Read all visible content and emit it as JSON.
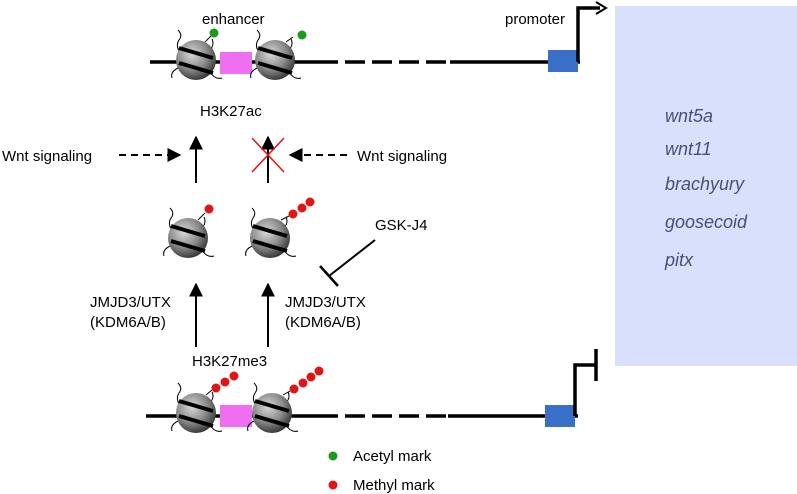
{
  "labels": {
    "enhancer": "enhancer",
    "promoter": "promoter",
    "h3k27ac": "H3K27ac",
    "h3k27me3": "H3K27me3",
    "wnt_left": "Wnt signaling",
    "wnt_right": "Wnt signaling",
    "gskj4": "GSK-J4",
    "jmjd_left_1": "JMJD3/UTX",
    "jmjd_left_2": "(KDM6A/B)",
    "jmjd_right_1": "JMJD3/UTX",
    "jmjd_right_2": "(KDM6A/B)"
  },
  "genes": [
    "wnt5a",
    "wnt11",
    "brachyury",
    "goosecoid",
    "pitx"
  ],
  "legend": {
    "acetyl": "Acetyl mark",
    "methyl": "Methyl mark"
  },
  "colors": {
    "acetyl": "#1a9a1a",
    "methyl": "#e31414",
    "enhancer": "#f06ef0",
    "promoter": "#3a6fc8",
    "gene_panel": "#d9e0fb",
    "inhibited_cross": "#e31414"
  }
}
